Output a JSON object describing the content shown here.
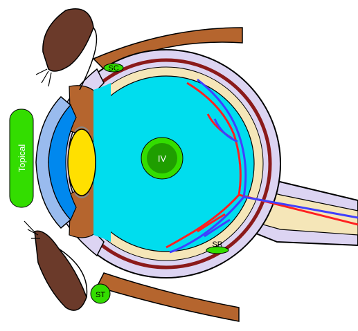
{
  "labels": {
    "topical": "Topical",
    "iv": "IV",
    "sc": "SC",
    "st": "ST",
    "sr": "SR"
  },
  "colors": {
    "vitreous": "#00ddee",
    "eyelid": "#6b3a2a",
    "muscle": "#a0522d",
    "sclera": "#d8d0f0",
    "choroid": "#8b1a1a",
    "retina": "#f5e6b8",
    "lens": "#ffe000",
    "cornea": "#0088ee",
    "label_green": "#33dd00",
    "artery": "#ff2020",
    "vein": "#4040ff"
  }
}
